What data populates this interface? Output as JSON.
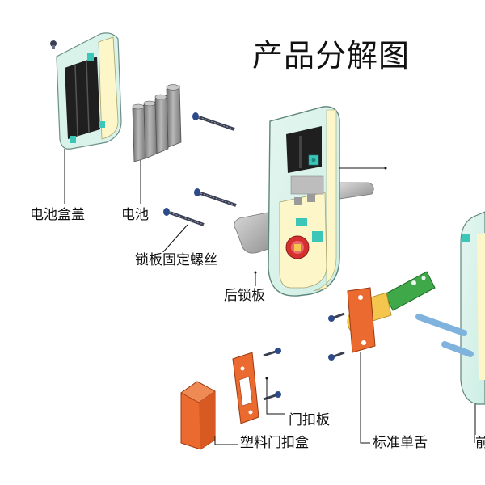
{
  "title": "产品分解图",
  "labels": {
    "battery_cover": "电池盒盖",
    "battery": "电池",
    "plate_screws": "锁板固定螺丝",
    "rear_plate": "后锁板",
    "strike_plate": "门扣板",
    "plastic_box": "塑料门扣盒",
    "latch": "标准单舌",
    "front_truncated": "前"
  },
  "colors": {
    "cover_frame": "#d9f2ea",
    "cover_inner": "#fdf6c8",
    "battery_body": "#9a9a9a",
    "screw": "#3a3f52",
    "teal_part": "#3cc6b8",
    "strike": "#ea6a2f",
    "latch_green": "#3fa94a",
    "latch_brass": "#f4c64d",
    "spindle_blue": "#7fb3de",
    "cam_red": "#d62f2f"
  }
}
